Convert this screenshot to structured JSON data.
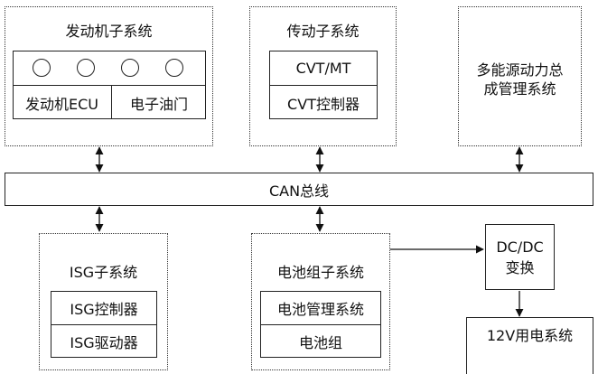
{
  "engine_subsystem": {
    "title": "发动机子系统",
    "indicator_count": 4,
    "cells": [
      "发动机ECU",
      "电子油门"
    ]
  },
  "drivetrain_subsystem": {
    "title": "传动子系统",
    "cells": [
      "CVT/MT",
      "CVT控制器"
    ]
  },
  "multi_energy_manager": {
    "title_line1": "多能源动力总",
    "title_line2": "成管理系统"
  },
  "can_bus": {
    "label": "CAN总线"
  },
  "isg_subsystem": {
    "title": "ISG子系统",
    "cells": [
      "ISG控制器",
      "ISG驱动器"
    ]
  },
  "battery_subsystem": {
    "title": "电池组子系统",
    "cells": [
      "电池管理系统",
      "电池组"
    ]
  },
  "dcdc": {
    "line1": "DC/DC",
    "line2": "变换"
  },
  "low_voltage_system": {
    "label": "12V用电系统"
  }
}
